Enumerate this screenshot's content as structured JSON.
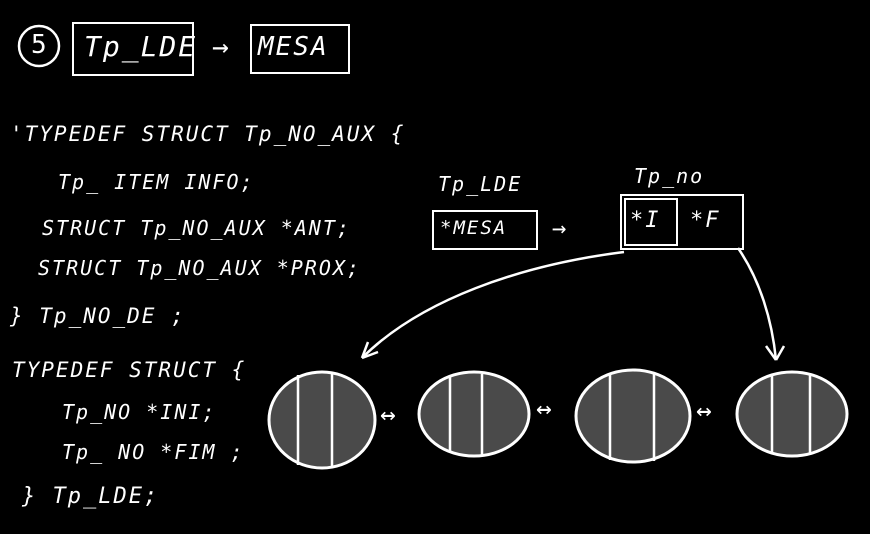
{
  "header": {
    "step_marker": "5",
    "from_type": "Tp_LDE",
    "arrow": "→",
    "to_type": "MESA"
  },
  "code": {
    "lines": [
      "'TYPEDEF STRUCT Tp_NO_AUX {",
      "Tp_ ITEM INFO;",
      "STRUCT Tp_NO_AUX *ANT;",
      "STRUCT Tp_NO_AUX *PROX;",
      "} Tp_NO_DE ;",
      "TYPEDEF STRUCT {",
      "Tp_NO *INI;",
      "Tp_ NO *FIM ;",
      "} Tp_LDE;"
    ]
  },
  "diagram": {
    "lde_label": "Tp_LDE",
    "mesa_cell": "*MESA",
    "arrow": "→",
    "no_label": "Tp_no",
    "ini_cell": "*I",
    "fim_cell": "*F",
    "link_symbol": "↔",
    "node_count": 4
  },
  "colors": {
    "background": "#000000",
    "ink": "#ffffff",
    "node_fill": "#4a4a4a"
  }
}
